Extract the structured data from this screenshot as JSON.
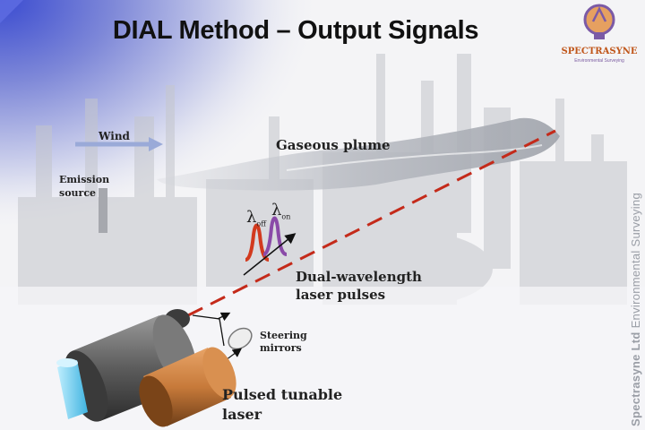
{
  "slide": {
    "title": "DIAL Method – Output Signals"
  },
  "logo": {
    "name": "SPECTRASYNE",
    "tagline": "Environmental Surveying",
    "icon": "lightbulb-logo-icon"
  },
  "side_text": {
    "company": "Spectrasyne Ltd",
    "service": "Environmental Surveying"
  },
  "labels": {
    "wind": "Wind",
    "emission_line1": "Emission",
    "emission_line2": "source",
    "plume": "Gaseous plume",
    "lambda": "λ",
    "lambda_off_sub": "off",
    "lambda_on_sub": "on",
    "pulses_line1": "Dual-wavelength",
    "pulses_line2": "laser pulses",
    "mirrors_line1": "Steering",
    "mirrors_line2": "mirrors",
    "laser_line1": "Pulsed tunable",
    "laser_line2": "laser"
  },
  "colors": {
    "background": "#f4f4f6",
    "corner_blue": "#3a4bd0",
    "beam_red": "#c42a1a",
    "off_pulse": "#d23a1e",
    "on_pulse": "#8a4aa8",
    "laser_grey": "#5f5f5f",
    "laser_orange": "#c77a3a",
    "aperture_blue": "#5ec8ec",
    "wind_arrow": "#9aaad8"
  }
}
